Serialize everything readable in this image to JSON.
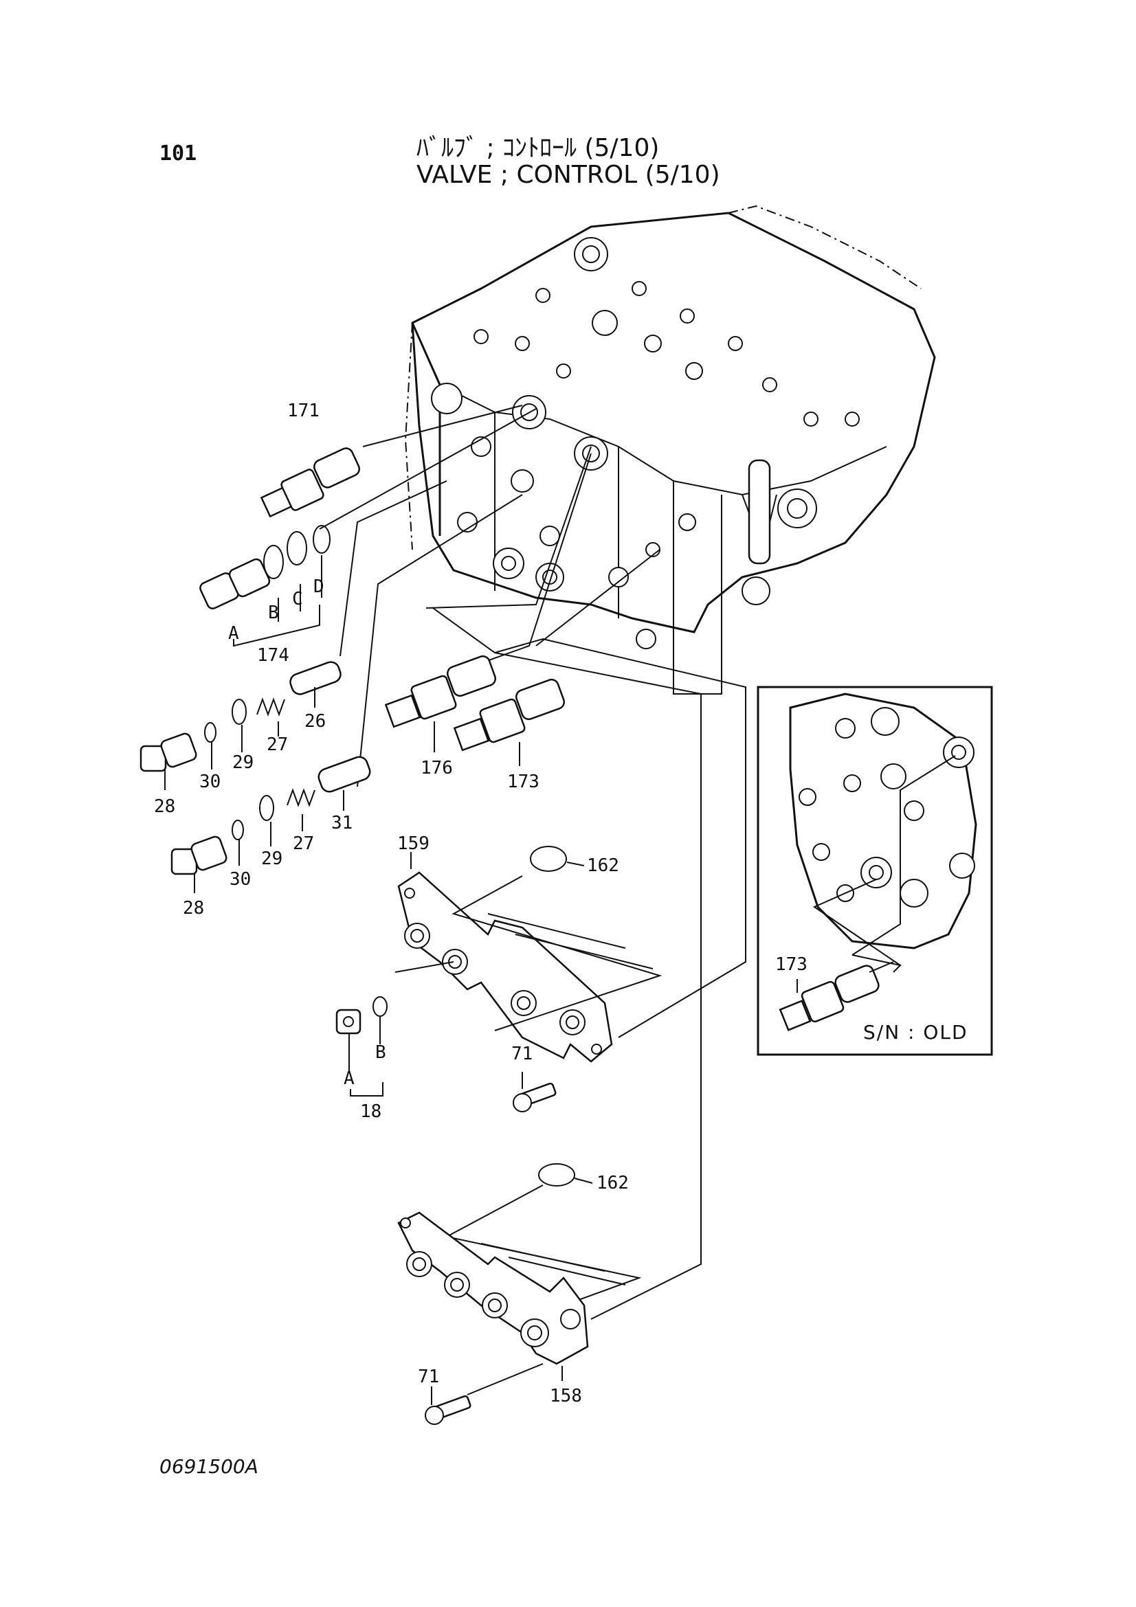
{
  "header": {
    "page_number": "101",
    "title_jp": "ﾊﾞﾙﾌﾞ ; ｺﾝﾄﾛｰﾙ (5/10)",
    "title_en": "VALVE ; CONTROL (5/10)"
  },
  "footer": {
    "figure_id": "0691500A"
  },
  "inset": {
    "note": "S/N : OLD",
    "callout": "173"
  },
  "callouts": {
    "c171": "171",
    "c174": "174",
    "cA1": "A",
    "cB1": "B",
    "cC1": "C",
    "cD1": "D",
    "c26": "26",
    "c27a": "27",
    "c29a": "29",
    "c30a": "30",
    "c28a": "28",
    "c31": "31",
    "c27b": "27",
    "c29b": "29",
    "c30b": "30",
    "c28b": "28",
    "c176": "176",
    "c173": "173",
    "c159": "159",
    "c162a": "162",
    "cA2": "A",
    "cB2": "B",
    "c18": "18",
    "c71a": "71",
    "c162b": "162",
    "c71b": "71",
    "c158": "158"
  }
}
